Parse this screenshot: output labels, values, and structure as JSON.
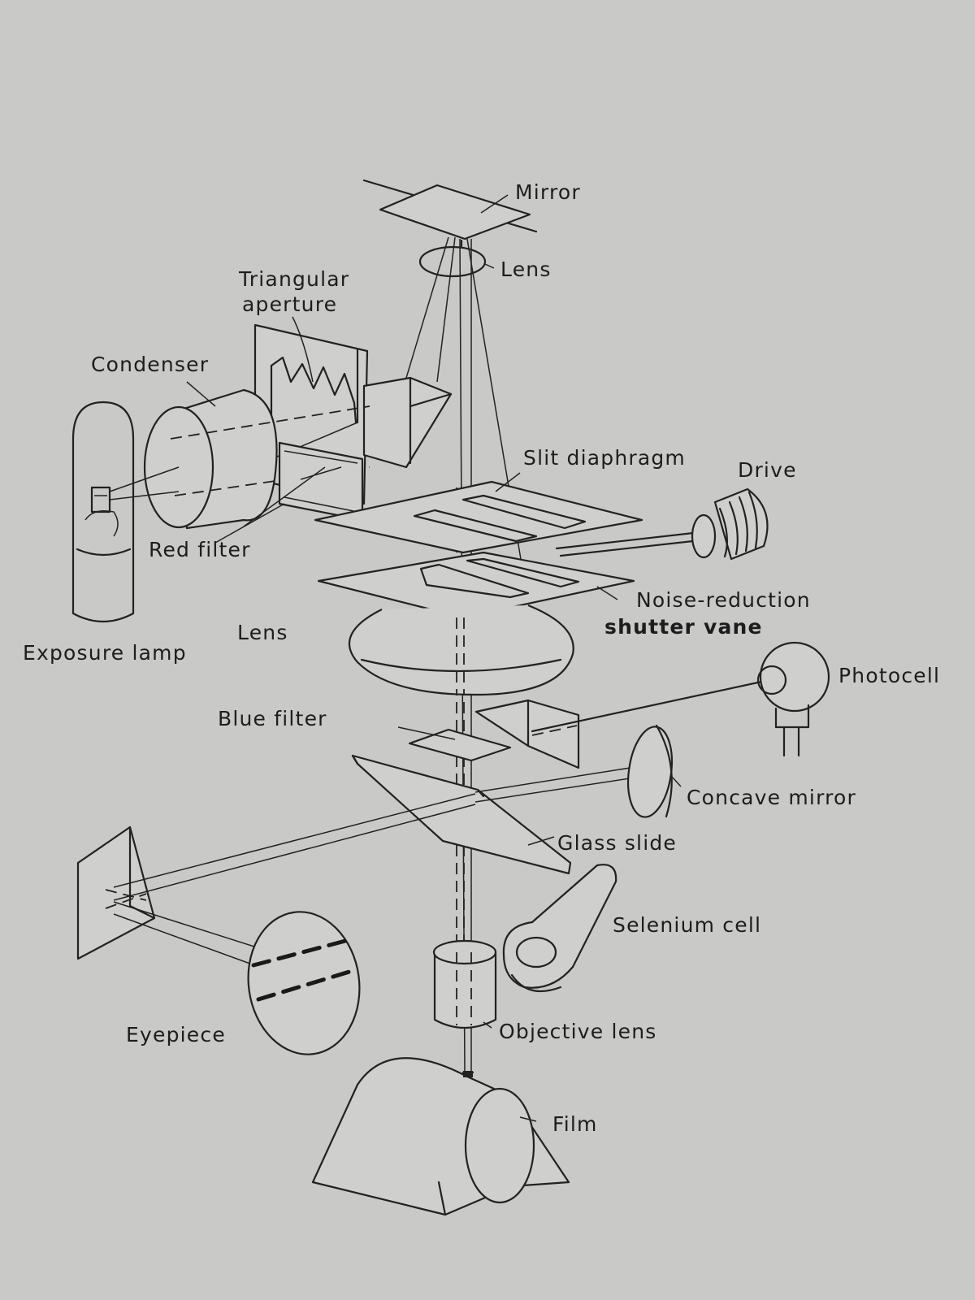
{
  "labels": {
    "mirror": "Mirror",
    "lens_top": "Lens",
    "triangular_aperture_1": "Triangular",
    "triangular_aperture_2": "aperture",
    "condenser": "Condenser",
    "slit_diaphragm": "Slit diaphragm",
    "drive": "Drive",
    "red_filter": "Red filter",
    "noise_reduction_1": "Noise-reduction",
    "noise_reduction_2": "shutter vane",
    "lens_middle": "Lens",
    "exposure_lamp": "Exposure lamp",
    "photocell": "Photocell",
    "blue_filter": "Blue  filter",
    "concave_mirror": "Concave mirror",
    "glass_slide": "Glass slide",
    "selenium_cell": "Selenium cell",
    "eyepiece": "Eyepiece",
    "objective_lens": "Objective lens",
    "film": "Film"
  },
  "colors": {
    "paper": "#c9c9c7",
    "ink": "#222222"
  }
}
